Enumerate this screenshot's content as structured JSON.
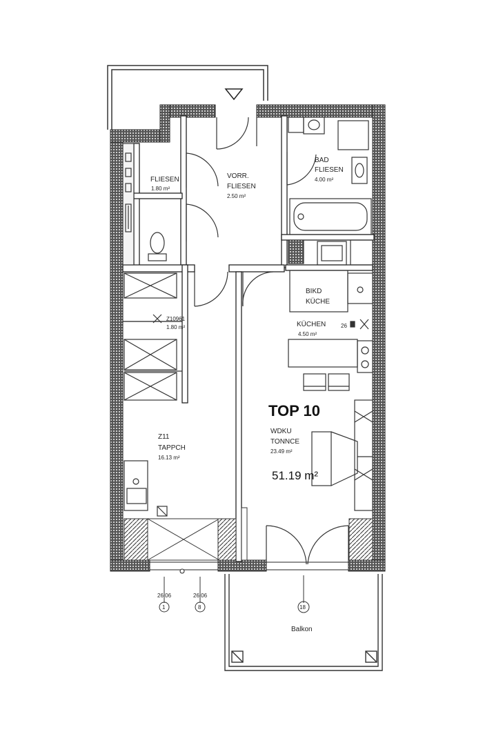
{
  "unit": {
    "title": "TOP 10",
    "total_area": "51.19 m²"
  },
  "rooms": {
    "wc": {
      "name": "FLIESEN",
      "area": "1.80 m²"
    },
    "vorraum": {
      "name": "VORR.",
      "floor": "FLIESEN",
      "area": "2.50 m²"
    },
    "bad": {
      "name": "BAD",
      "floor": "FLIESEN",
      "area": "4.00 m²"
    },
    "kueche_block": {
      "line1": "BIKD",
      "line2": "KÜCHE"
    },
    "kueche": {
      "name": "KÜCHEN",
      "area": "4.50 m²"
    },
    "abstell": {
      "name": "Z10961",
      "area": "1.80 m²"
    },
    "zimmer": {
      "name": "Z11",
      "floor": "TAPPCH",
      "area": "16.13 m²"
    },
    "wohnen": {
      "name": "WDKU",
      "floor": "TONNCE",
      "area": "23.49 m²"
    },
    "balkon": {
      "name": "Balkon"
    }
  },
  "markers": {
    "a1": "26 06",
    "a2": "26 06",
    "c1": "1",
    "c2": "8",
    "c3": "18",
    "kueche_tag": "26"
  }
}
